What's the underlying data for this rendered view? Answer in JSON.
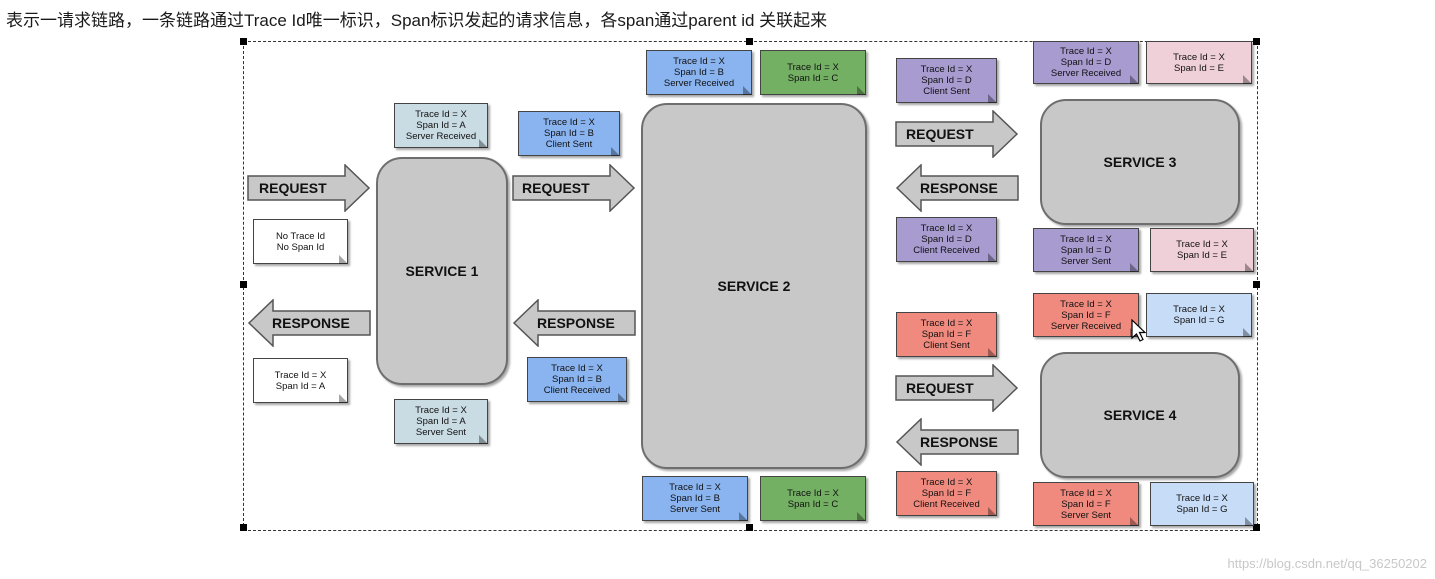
{
  "caption": "表示一请求链路，一条链路通过Trace Id唯一标识，Span标识发起的请求信息，各span通过parent id 关联起来",
  "services": {
    "s1": "SERVICE 1",
    "s2": "SERVICE 2",
    "s3": "SERVICE 3",
    "s4": "SERVICE 4"
  },
  "arrows": {
    "request": "REQUEST",
    "response": "RESPONSE"
  },
  "notes": {
    "n_no_trace": [
      "No Trace Id",
      "No Span Id"
    ],
    "n_resp_a": [
      "Trace Id = X",
      "Span Id = A"
    ],
    "n_a_recv": [
      "Trace Id = X",
      "Span Id = A",
      "Server Received"
    ],
    "n_a_sent": [
      "Trace Id = X",
      "Span Id = A",
      "Server Sent"
    ],
    "n_b_client_sent": [
      "Trace Id = X",
      "Span Id = B",
      "Client Sent"
    ],
    "n_b_client_recv": [
      "Trace Id = X",
      "Span Id = B",
      "Client Received"
    ],
    "n_b_recv": [
      "Trace Id = X",
      "Span Id = B",
      "Server Received"
    ],
    "n_c_top": [
      "Trace Id = X",
      "Span Id = C"
    ],
    "n_b_sent": [
      "Trace Id = X",
      "Span Id = B",
      "Server Sent"
    ],
    "n_c_bottom": [
      "Trace Id = X",
      "Span Id = C"
    ],
    "n_d_client_sent": [
      "Trace Id = X",
      "Span Id = D",
      "Client Sent"
    ],
    "n_d_client_recv": [
      "Trace Id = X",
      "Span Id = D",
      "Client Received"
    ],
    "n_d_recv": [
      "Trace Id = X",
      "Span Id = D",
      "Server Received"
    ],
    "n_e_top": [
      "Trace Id = X",
      "Span Id = E"
    ],
    "n_d_sent": [
      "Trace Id = X",
      "Span Id = D",
      "Server Sent"
    ],
    "n_e_bottom": [
      "Trace Id = X",
      "Span Id = E"
    ],
    "n_f_client_sent": [
      "Trace Id = X",
      "Span Id = F",
      "Client Sent"
    ],
    "n_f_client_recv": [
      "Trace Id = X",
      "Span Id = F",
      "Client Received"
    ],
    "n_f_recv": [
      "Trace Id = X",
      "Span Id = F",
      "Server Received"
    ],
    "n_g_top": [
      "Trace Id = X",
      "Span Id = G"
    ],
    "n_f_sent": [
      "Trace Id = X",
      "Span Id = F",
      "Server Sent"
    ],
    "n_g_bottom": [
      "Trace Id = X",
      "Span Id = G"
    ]
  },
  "colors": {
    "service_fill": "#c8c8c8",
    "arrow_fill": "#c8c8c8",
    "note_white": "#ffffff",
    "note_grey": "#c9dbe3",
    "note_blue": "#8ab4f0",
    "note_green": "#74b063",
    "note_purple": "#a79bd0",
    "note_pink": "#efd0d8",
    "note_red": "#f08a7e",
    "note_light_blue": "#c7dcf7"
  },
  "watermark": "https://blog.csdn.net/qq_36250202"
}
